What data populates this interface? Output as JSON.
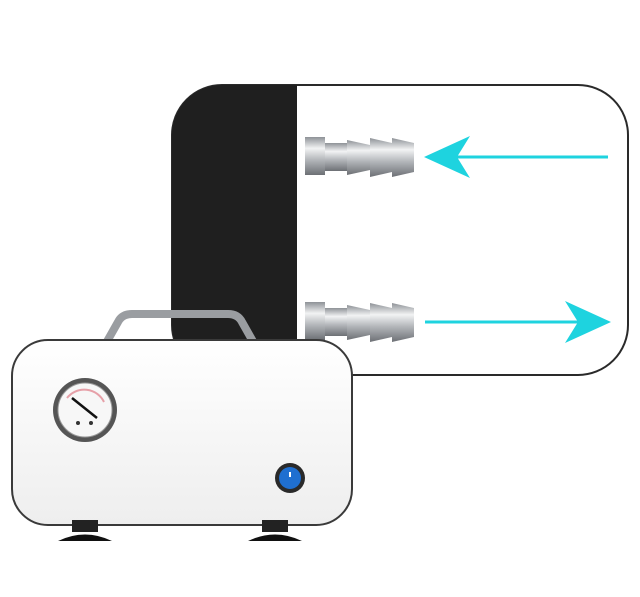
{
  "colors": {
    "background": "#ffffff",
    "panel_dark": "#1f1f1f",
    "panel_outline": "#2a2a2a",
    "arrow": "#1ed3df",
    "pump_body": "#fbfbfb",
    "pump_outline": "#3a3a3a",
    "button_blue": "#1f6fd0",
    "metal": "#b9bcc0"
  },
  "arrows": [
    {
      "name": "inlet",
      "direction": "left"
    },
    {
      "name": "outlet",
      "direction": "right"
    }
  ]
}
